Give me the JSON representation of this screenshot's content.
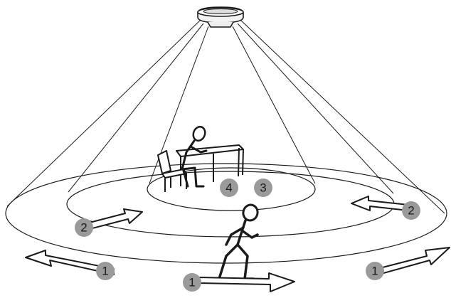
{
  "badges": {
    "zone1_left": "1",
    "zone1_center": "1",
    "zone1_right": "1",
    "zone2_left": "2",
    "zone2_right": "2",
    "zone3": "3",
    "zone4": "4"
  },
  "colors": {
    "badge_fill": "#9a9a9a",
    "line": "#1a1a1a",
    "background": "#ffffff"
  },
  "icons": {
    "sensor": "ceiling-motion-sensor-icon",
    "seated_person": "seated-person-at-desk-icon",
    "walking_person": "walking-person-icon"
  }
}
